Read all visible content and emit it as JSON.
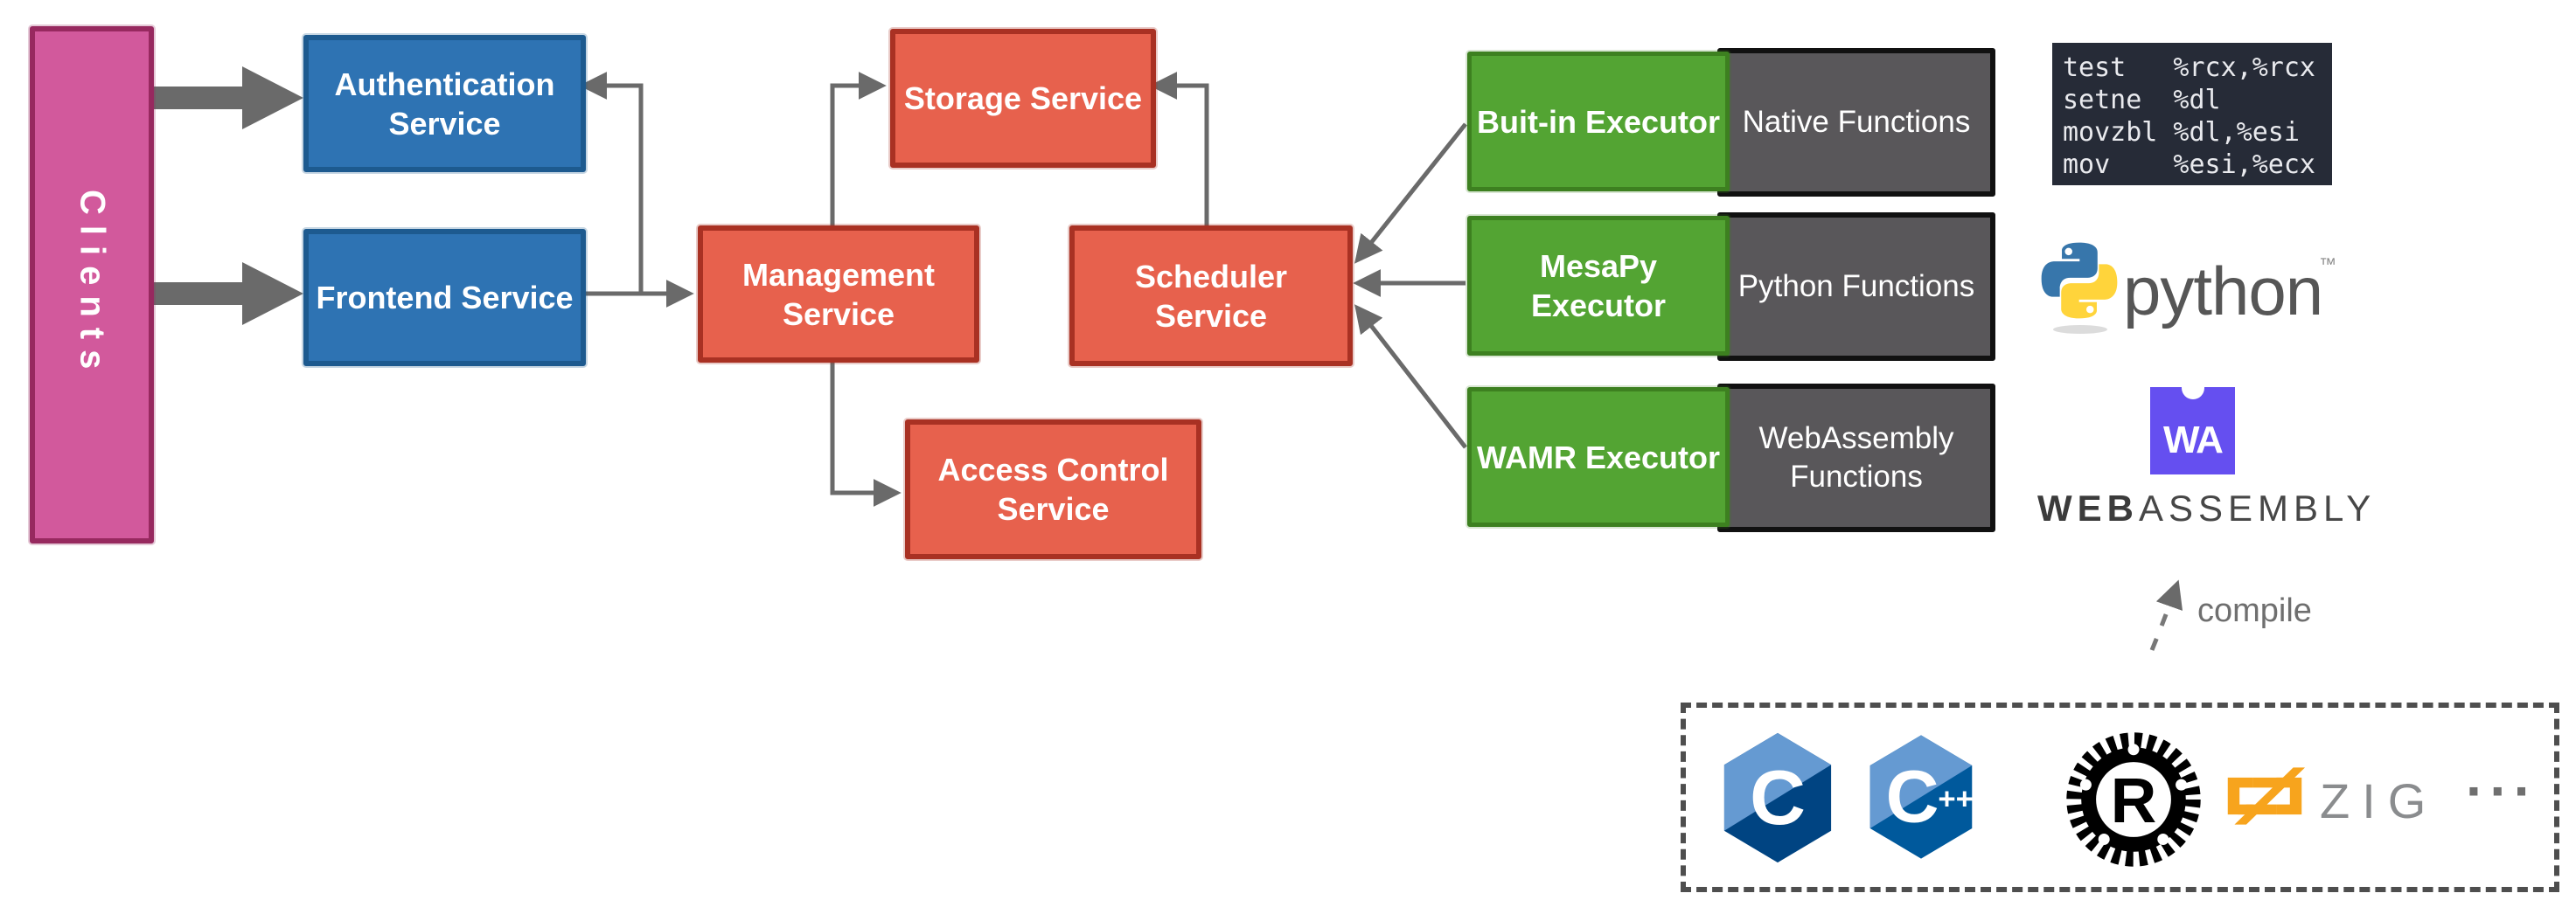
{
  "clients": {
    "label": "Clients"
  },
  "services": {
    "auth": {
      "label": "Authentication Service"
    },
    "frontend": {
      "label": "Frontend Service"
    },
    "management": {
      "label": "Management Service"
    },
    "storage": {
      "label": "Storage Service"
    },
    "scheduler": {
      "label": "Scheduler Service"
    },
    "access_control": {
      "label": "Access Control Service"
    }
  },
  "executors": [
    {
      "executor": "Buit-in Executor",
      "functions": "Native Functions"
    },
    {
      "executor": "MesaPy Executor",
      "functions": "Python Functions"
    },
    {
      "executor": "WAMR Executor",
      "functions": "WebAssembly Functions"
    }
  ],
  "code_snippet": {
    "lines": [
      "test   %rcx,%rcx",
      "setne  %dl",
      "movzbl %dl,%esi",
      "mov    %esi,%ecx"
    ]
  },
  "python_logo": {
    "wordmark": "python",
    "trademark": "™"
  },
  "wasm_logo": {
    "badge": "WA",
    "word_bold": "WEB",
    "word_light": "ASSEMBLY"
  },
  "compile_label": "compile",
  "languages": {
    "c": "C",
    "cpp_base": "C",
    "cpp_plus": "++",
    "rust": "R",
    "zig_wordmark": "ZIG",
    "more": "···"
  },
  "colors": {
    "clients_pink": "#d2599c",
    "service_blue": "#2e73b3",
    "service_orange": "#e7614d",
    "executor_green": "#53a433",
    "functions_gray": "#59575a",
    "arrow_gray": "#6a6a6a",
    "code_background": "#262b37",
    "wasm_purple": "#654ff0",
    "zig_orange": "#f7a41d",
    "python_blue": "#3776ab",
    "python_yellow": "#ffd43b"
  }
}
